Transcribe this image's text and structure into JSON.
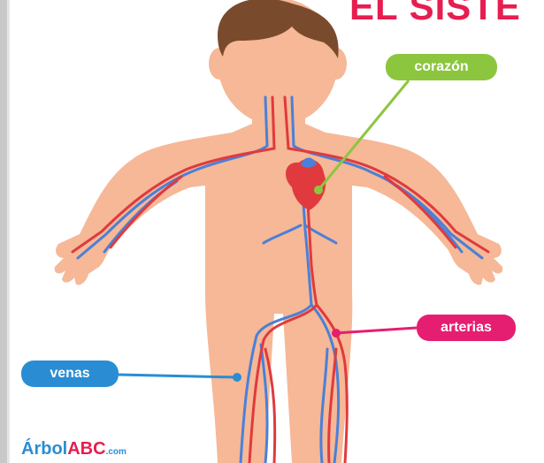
{
  "title": "EL SISTE",
  "labels": {
    "heart": "corazón",
    "arteries": "arterias",
    "veins": "venas"
  },
  "brand": {
    "name": "Árbol",
    "abc": "ABC",
    "suffix": ".com"
  },
  "colors": {
    "skin": "#f6b896",
    "hair": "#7a4a2c",
    "artery": "#e03a3e",
    "vein": "#4a80d8",
    "heart_label": "#8cc63f",
    "artery_label": "#e61e71",
    "vein_label": "#2a8dd4"
  }
}
